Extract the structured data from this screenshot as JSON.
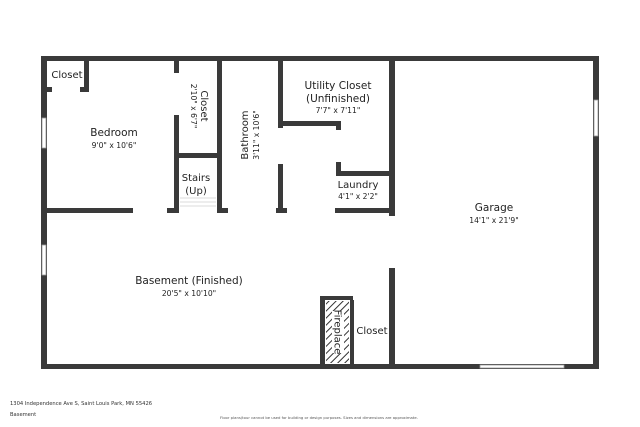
{
  "rooms": {
    "closet_nw": {
      "name": "Closet"
    },
    "bedroom": {
      "name": "Bedroom",
      "dims": "9'0\" x 10'6\""
    },
    "closet_upper": {
      "name": "Closet",
      "dims": "2'10\" x 6'7\""
    },
    "stairs": {
      "line1": "Stairs",
      "line2": "(Up)"
    },
    "bathroom": {
      "name": "Bathroom",
      "dims": "3'11\" x 10'6\""
    },
    "utility": {
      "line1": "Utility Closet",
      "line2": "(Unfinished)",
      "dims": "7'7\" x 7'11\""
    },
    "laundry": {
      "name": "Laundry",
      "dims": "4'1\" x 2'2\""
    },
    "garage": {
      "name": "Garage",
      "dims": "14'1\" x 21'9\""
    },
    "basement": {
      "name": "Basement (Finished)",
      "dims": "20'5\" x 10'10\""
    },
    "fireplace": {
      "name": "Fireplace"
    },
    "closet_se": {
      "name": "Closet"
    }
  },
  "footer": {
    "address": "1304 Independence Ave S, Saint Louis Park, MN 55426",
    "level": "Basement",
    "disclaimer": "Floor plans/tour cannot be used for building or design purposes. Sizes and dimensions are approximate."
  },
  "colors": {
    "wall": "#3a3a3a",
    "window": "#9a9a9a",
    "background": "#ffffff"
  }
}
